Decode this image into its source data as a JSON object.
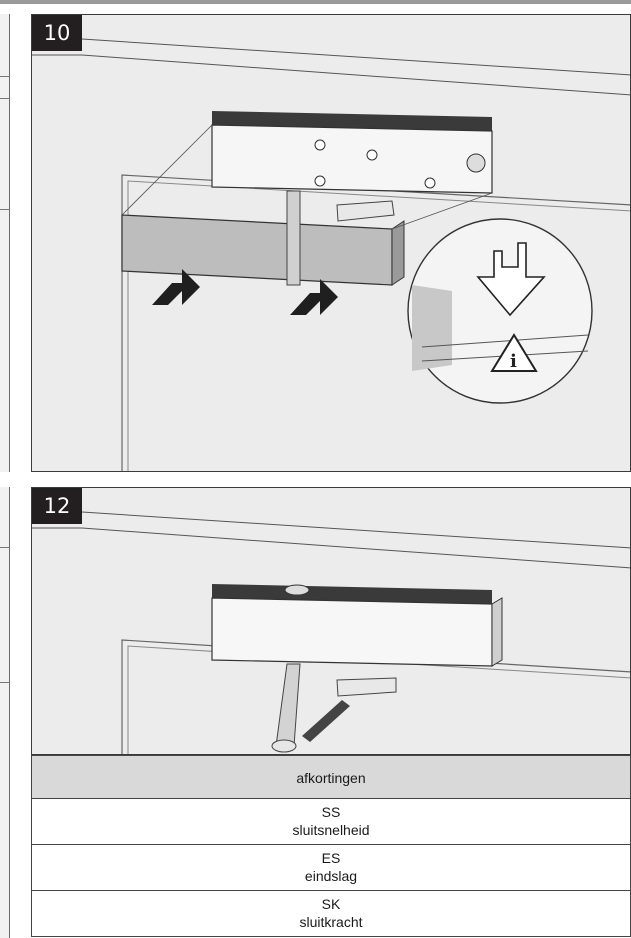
{
  "steps": [
    {
      "number": "10"
    },
    {
      "number": "12"
    }
  ],
  "abbreviations": {
    "header": "afkortingen",
    "rows": [
      {
        "code": "SS",
        "meaning": "sluitsnelheid"
      },
      {
        "code": "ES",
        "meaning": "eindslag"
      },
      {
        "code": "SK",
        "meaning": "sluitkracht"
      }
    ]
  },
  "icons": [
    "arrow-down-icon",
    "info-warning-icon",
    "push-arrow-icon"
  ],
  "colors": {
    "badge": "#231f20",
    "panel": "#ececec",
    "table_header": "#d9d9d9"
  }
}
